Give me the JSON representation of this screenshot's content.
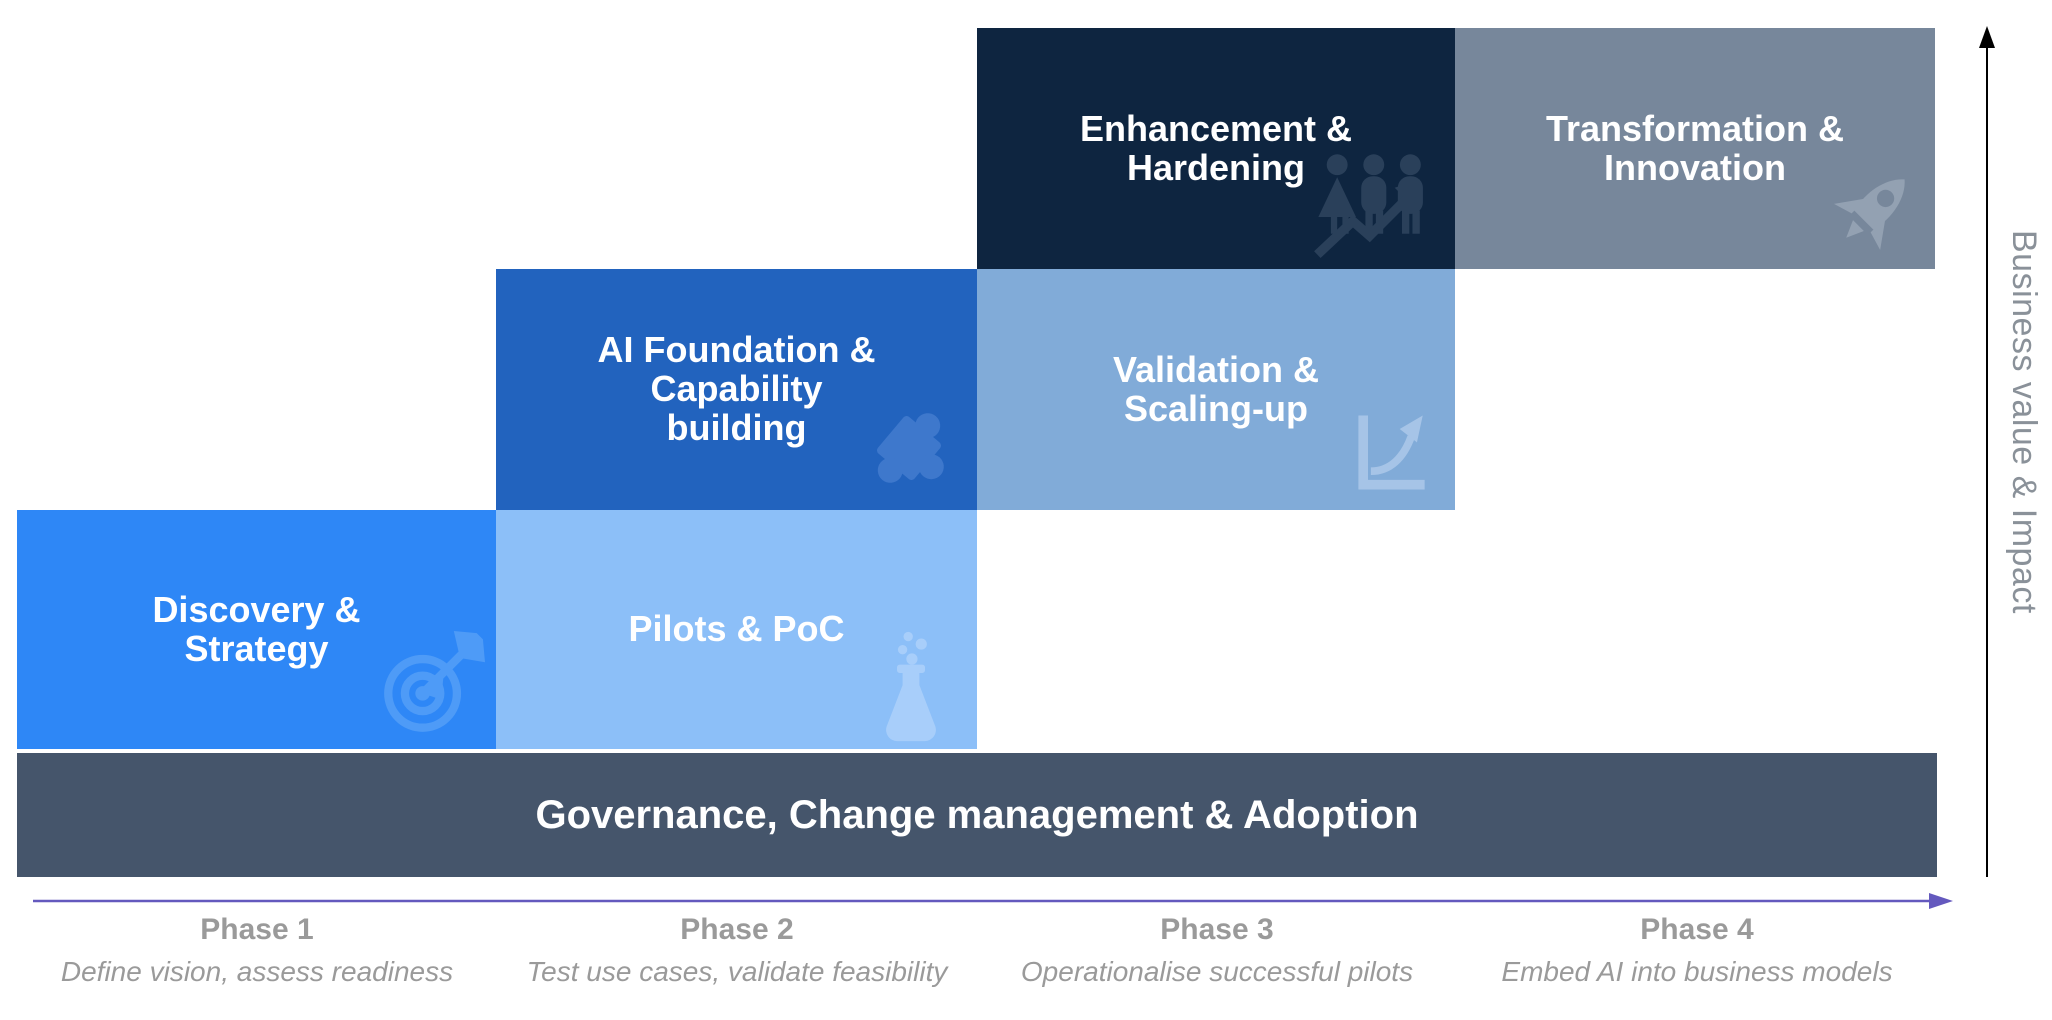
{
  "colors": {
    "discovery_bg": "#2E87F6",
    "discovery_icon": "#4E9BF7",
    "pilots_bg": "#8CBFF8",
    "pilots_icon": "#A8CEFA",
    "ai_foundation_bg": "#2263BE",
    "ai_foundation_icon": "#3E78CC",
    "validation_bg": "#81ABD8",
    "validation_icon": "#A6C4E7",
    "enhancement_bg": "#0E2540",
    "enhancement_icon": "#2A405A",
    "transformation_bg": "#77879B",
    "transformation_icon": "#93A1B2",
    "governance_bg": "#45556B",
    "box_text": "#FFFFFF",
    "phase_text": "#9A9A9A",
    "axis_text": "#8A9199",
    "timeline_arrow": "#6459BE",
    "value_arrow": "#000000"
  },
  "boxes": {
    "discovery": {
      "title": "Discovery &\nStrategy",
      "icon": "target-icon"
    },
    "pilots": {
      "title": "Pilots & PoC",
      "icon": "flask-icon"
    },
    "ai_foundation": {
      "title": "AI Foundation &\nCapability\nbuilding",
      "icon": "puzzle-icon"
    },
    "validation": {
      "title": "Validation &\nScaling-up",
      "icon": "growth-chart-icon"
    },
    "enhancement": {
      "title": "Enhancement &\nHardening",
      "icon": "team-growth-icon"
    },
    "transformation": {
      "title": "Transformation &\nInnovation",
      "icon": "rocket-icon"
    }
  },
  "governance": {
    "label": "Governance, Change management & Adoption"
  },
  "phases": [
    {
      "label": "Phase 1",
      "description": "Define vision, assess readiness"
    },
    {
      "label": "Phase 2",
      "description": "Test use cases, validate feasibility"
    },
    {
      "label": "Phase 3",
      "description": "Operationalise successful pilots"
    },
    {
      "label": "Phase 4",
      "description": "Embed AI into business models"
    }
  ],
  "y_axis": {
    "label": "Business value & Impact"
  }
}
